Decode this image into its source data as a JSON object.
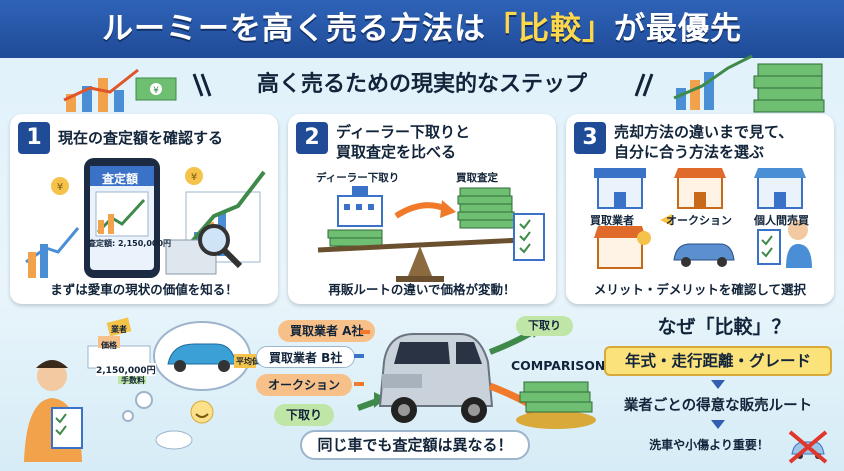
{
  "header": {
    "title_pre": "ルーミーを高く売る方法は",
    "title_hl": "「比較」",
    "title_post": "が最優先"
  },
  "subtitle": "高く売るための現実的なステップ",
  "steps": [
    {
      "num": "1",
      "title": "現在の査定額を確認する",
      "screen_title": "査定額",
      "screen_amount": "査定額: 2,150,000円",
      "caption": "まずは愛車の現状の価値を知る！"
    },
    {
      "num": "2",
      "title_line1": "ディーラー下取りと",
      "title_line2": "買取査定を比べる",
      "left_label": "ディーラー下取り",
      "right_label": "買取査定",
      "caption": "再販ルートの違いで価格が変動！"
    },
    {
      "num": "3",
      "title_line1": "売却方法の違いまで見て、",
      "title_line2": "自分に合う方法を選ぶ",
      "options": [
        "買取業者",
        "オークション",
        "個人間売買"
      ],
      "caption": "メリット・デメリットを確認して選択"
    }
  ],
  "routes": [
    "買取業者 A社",
    "買取業者 B社",
    "オークション",
    "下取り"
  ],
  "route_out": "下取り",
  "bubble": {
    "price": "2,150,000円",
    "tags": [
      "業者",
      "価格",
      "手数料",
      "平均価"
    ]
  },
  "comparison_label": "COMPARISON",
  "bottom_bubble": "同じ車でも査定額は異なる！",
  "why": {
    "title": "なぜ「比較」？",
    "box": "年式・走行距離・グレード",
    "line2": "業者ごとの得意な販売ルート",
    "line3": "洗車や小傷より重要！"
  },
  "colors": {
    "banner": "#1f4b97",
    "accent_yellow": "#ffd84a",
    "tag_green": "#bfe6a6",
    "tag_orange": "#f8c089",
    "money": "#3f8a4a"
  }
}
